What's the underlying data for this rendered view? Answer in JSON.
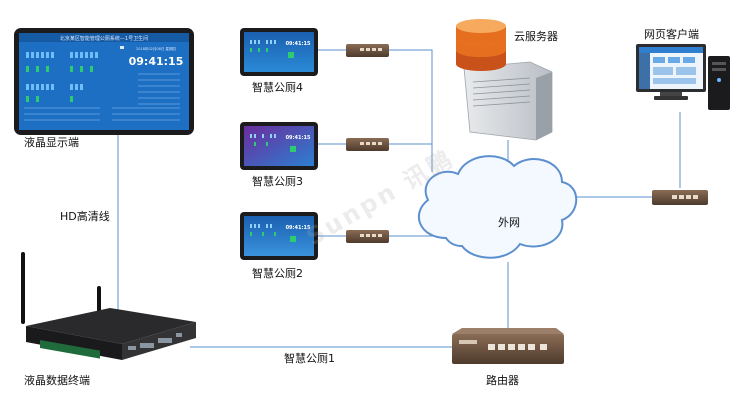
{
  "labels": {
    "lcd_display": "液晶显示端",
    "hd_cable": "HD高清线",
    "lcd_terminal": "液晶数据终端",
    "toilet4": "智慧公厕4",
    "toilet3": "智慧公厕3",
    "toilet2": "智慧公厕2",
    "toilet1": "智慧公厕1",
    "cloud_server": "云服务器",
    "web_client": "网页客户端",
    "internet": "外网",
    "router": "路由器"
  },
  "screen": {
    "title": "北京某区智能管理公厕系统—1号卫生间",
    "date": "2018年02月08日 星期四",
    "time": "09:41:15"
  },
  "panel_time": "09:41:15",
  "watermark": "Sunpn 讯鹏",
  "colors": {
    "line": "#5b8fcf",
    "cloud_fill": "#f3f9ff",
    "cloud_stroke": "#5b8fcf",
    "screen_blue": "#1d6fc3",
    "server_orange": "#e56f1e"
  }
}
